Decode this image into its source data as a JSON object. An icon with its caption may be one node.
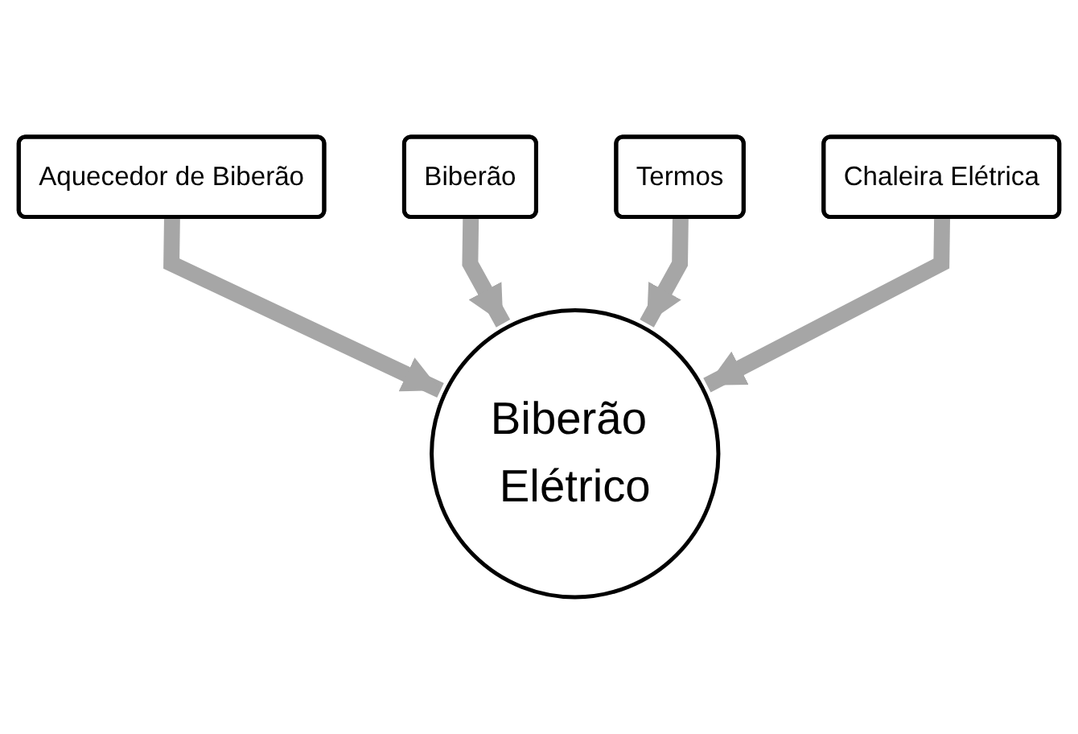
{
  "diagram": {
    "nodes": [
      {
        "text": [
          "Aquecedor de Biberão"
        ]
      },
      {
        "text": [
          "Biberão"
        ]
      },
      {
        "text": [
          "Termos"
        ]
      },
      {
        "text": [
          "Biberão Elétrico"
        ]
      },
      {
        "text": [
          "Chaleira Elétrica"
        ]
      }
    ],
    "edges": [
      {
        "from": 0,
        "to": 3,
        "arrow": "to"
      },
      {
        "from": 1,
        "to": 3,
        "arrow": "to"
      },
      {
        "from": 2,
        "to": 3,
        "arrow": "to"
      },
      {
        "from": 4,
        "to": 3,
        "arrow": "to"
      }
    ]
  }
}
